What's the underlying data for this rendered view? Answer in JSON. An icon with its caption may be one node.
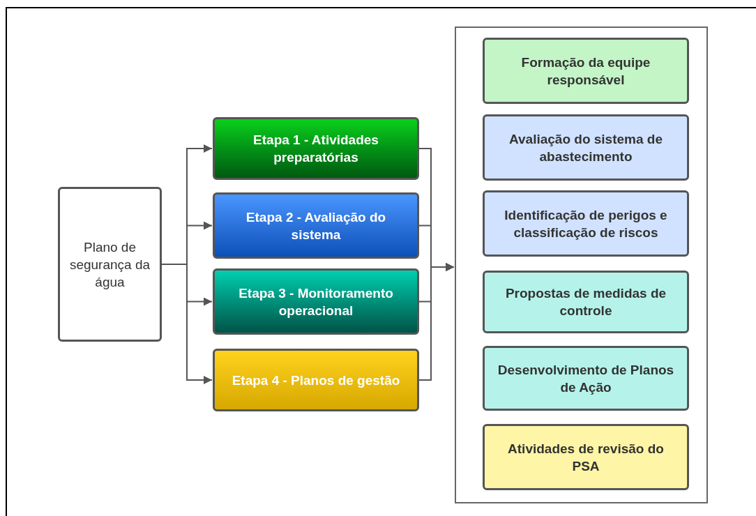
{
  "diagram": {
    "nodes": [
      {
        "text": [
          "Plano de segurança da água"
        ]
      },
      {
        "text": [
          "Etapa 1 -  Atividades preparatórias"
        ]
      },
      {
        "text": [
          "Etapa 2 - Avaliação do sistema"
        ]
      },
      {
        "text": [
          "Etapa 3 - Monitoramento operacional"
        ]
      },
      {
        "text": [
          "Etapa 4 - Planos de gestão"
        ]
      },
      {
        "text": [],
        "shape": "box"
      },
      {
        "text": [
          "Formação da equipe responsável"
        ],
        "in": 5
      },
      {
        "text": [
          "Avaliação do sistema de abastecimento"
        ],
        "in": 5
      },
      {
        "text": [
          "Identificação de perigos e classificação de riscos"
        ],
        "in": 5
      },
      {
        "text": [
          "Propostas de medidas de controle"
        ],
        "in": 5
      },
      {
        "text": [
          "Desenvolvimento de Planos de Ação"
        ],
        "in": 5
      },
      {
        "text": [
          "Atividades de revisão do PSA"
        ],
        "in": 5
      }
    ],
    "edges": [
      {
        "from": 0,
        "to": 1,
        "arrow": "to"
      },
      {
        "from": 0,
        "to": 2,
        "arrow": "to"
      },
      {
        "from": 0,
        "to": 3,
        "arrow": "to"
      },
      {
        "from": 0,
        "to": 4,
        "arrow": "to"
      },
      {
        "from": 1,
        "to": 5,
        "arrow": "to"
      },
      {
        "from": 2,
        "to": 5,
        "arrow": "to"
      },
      {
        "from": 3,
        "to": 5,
        "arrow": "to"
      },
      {
        "from": 4,
        "to": 5,
        "arrow": "to"
      }
    ]
  }
}
